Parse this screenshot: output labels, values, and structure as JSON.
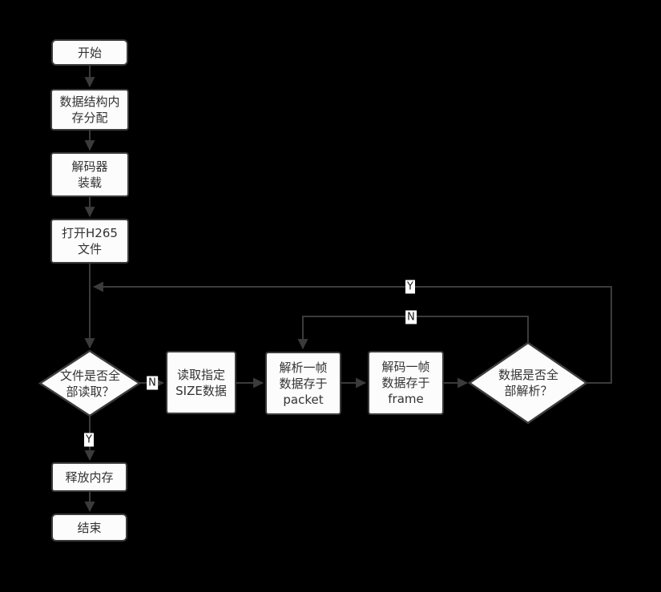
{
  "diagram": {
    "background": "#000000",
    "node_fill": "#fcfcfc",
    "stroke_color": "#3b3b3b",
    "text_color": "#333333"
  },
  "nodes": {
    "start": {
      "type": "terminator",
      "label": "开始"
    },
    "alloc": {
      "type": "process",
      "label": "数据结构内\n存分配"
    },
    "loader": {
      "type": "process",
      "label": "解码器\n装载"
    },
    "open_file": {
      "type": "process",
      "label": "打开H265\n文件"
    },
    "file_read": {
      "type": "decision",
      "label": "文件是否全\n部读取？"
    },
    "read_size": {
      "type": "process",
      "label": "读取指定\nSIZE数据"
    },
    "parse_packet": {
      "type": "process",
      "label": "解析一帧\n数据存于\npacket"
    },
    "decode_frame": {
      "type": "process",
      "label": "解码一帧\n数据存于\nframe"
    },
    "parse_done": {
      "type": "decision",
      "label": "数据是否全\n部解析？"
    },
    "free_memory": {
      "type": "process",
      "label": "释放内存"
    },
    "end": {
      "type": "terminator",
      "label": "结束"
    }
  },
  "edge_labels": {
    "no_to_read": "N",
    "yes_to_free": "Y",
    "yes_loop_top": "Y",
    "no_loop_top": "N"
  }
}
